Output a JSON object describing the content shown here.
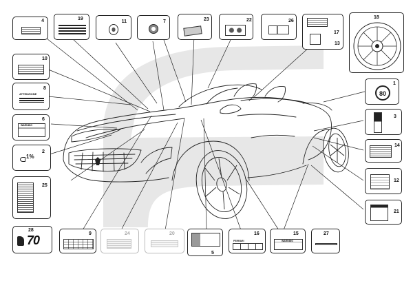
{
  "diagram": {
    "callouts": [
      {
        "id": "callout-1",
        "label": "1"
      },
      {
        "id": "callout-2",
        "label": "2"
      },
      {
        "id": "callout-3",
        "label": "3"
      },
      {
        "id": "callout-4",
        "label": "4"
      },
      {
        "id": "callout-5",
        "label": "5"
      },
      {
        "id": "callout-6",
        "label": "6"
      },
      {
        "id": "callout-7",
        "label": "7"
      },
      {
        "id": "callout-8",
        "label": "8"
      },
      {
        "id": "callout-9",
        "label": "9"
      },
      {
        "id": "callout-10",
        "label": "10"
      },
      {
        "id": "callout-11",
        "label": "11"
      },
      {
        "id": "callout-12",
        "label": "12"
      },
      {
        "id": "callout-13",
        "label": "13"
      },
      {
        "id": "callout-14",
        "label": "14"
      },
      {
        "id": "callout-15",
        "label": "15"
      },
      {
        "id": "callout-16",
        "label": "16"
      },
      {
        "id": "callout-17",
        "label": "17"
      },
      {
        "id": "callout-18",
        "label": "18"
      },
      {
        "id": "callout-19",
        "label": "19"
      },
      {
        "id": "callout-20",
        "label": "20"
      },
      {
        "id": "callout-21",
        "label": "21"
      },
      {
        "id": "callout-22",
        "label": "22"
      },
      {
        "id": "callout-23",
        "label": "23"
      },
      {
        "id": "callout-24",
        "label": "24"
      },
      {
        "id": "callout-25",
        "label": "25"
      },
      {
        "id": "callout-26",
        "label": "26"
      },
      {
        "id": "callout-27",
        "label": "27"
      },
      {
        "id": "callout-28",
        "label": "28"
      }
    ],
    "label_texts": {
      "speed_limit": "80",
      "headlight_percent": "1%",
      "warning_word": "WARNING",
      "attention_word": "ATTENZIONE",
      "ferrari_word": "FERRARI",
      "brand_anniversary": "70"
    },
    "colors": {
      "line": "#222222",
      "faded_line": "#b9b9b9",
      "swoosh": "#e7e7e7"
    }
  }
}
